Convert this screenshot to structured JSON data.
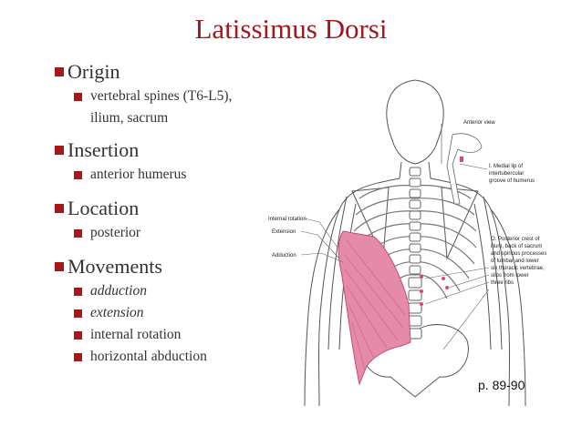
{
  "title": "Latissimus Dorsi",
  "sections": [
    {
      "heading": "Origin",
      "items": [
        "vertebral spines (T6-L5),"
      ],
      "continuation": "ilium, sacrum"
    },
    {
      "heading": "Insertion",
      "items": [
        "anterior humerus"
      ]
    },
    {
      "heading": "Location",
      "items": [
        "posterior"
      ]
    },
    {
      "heading": "Movements",
      "items": [
        "adduction",
        "extension",
        "internal rotation",
        "horizontal abduction"
      ]
    }
  ],
  "figure": {
    "labels": {
      "anterior_view": "Anterior view",
      "internal_rotation": "Internal rotation",
      "extension": "Extension",
      "adduction": "Adduction",
      "insertion_note": [
        "I. Medial lip of",
        "intertubercular",
        "groove of humerus"
      ],
      "origin_note": [
        "O. Posterior crest of",
        "ilium, back of sacrum",
        "and spinous processes",
        "of lumbar and lower",
        "six thoracic vertebrae,",
        "slips from lower",
        "three ribs"
      ]
    },
    "colors": {
      "muscle": "#e58aa8",
      "accent": "#a3171d"
    }
  },
  "page_ref": "p. 89-90"
}
